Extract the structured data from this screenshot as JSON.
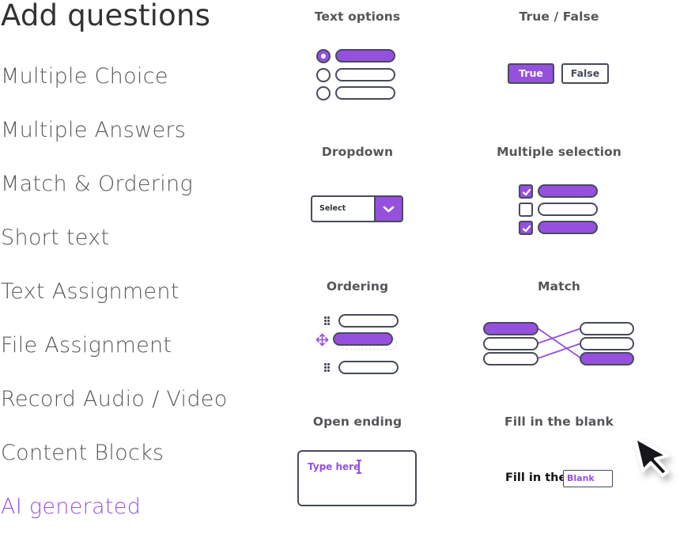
{
  "left_panel": {
    "title": "Add questions",
    "items": [
      {
        "label": "Multiple Choice"
      },
      {
        "label": "Multiple Answers"
      },
      {
        "label": "Match & Ordering"
      },
      {
        "label": "Short text"
      },
      {
        "label": "Text Assignment"
      },
      {
        "label": "File Assignment"
      },
      {
        "label": "Record Audio / Video"
      },
      {
        "label": "Content Blocks"
      },
      {
        "label": "AI generated",
        "accent": true
      }
    ]
  },
  "colors": {
    "accent": "#9650de",
    "outline": "#474b5a",
    "text": "#59595c"
  },
  "cards": {
    "text_options": {
      "title": "Text options",
      "selected_index": 0,
      "option_count": 3
    },
    "true_false": {
      "title": "True / False",
      "true_label": "True",
      "false_label": "False",
      "selected": "True"
    },
    "dropdown": {
      "title": "Dropdown",
      "value": "Select",
      "icon": "chevron-down-icon"
    },
    "multiple_selection": {
      "title": "Multiple selection",
      "checked": [
        true,
        false,
        true
      ]
    },
    "ordering": {
      "title": "Ordering",
      "dragging_index": 1,
      "icons": [
        "grip-icon",
        "move-icon"
      ]
    },
    "match": {
      "title": "Match",
      "left_filled": [
        true,
        false,
        false
      ],
      "right_filled": [
        false,
        false,
        true
      ]
    },
    "open_ending": {
      "title": "Open ending",
      "placeholder": "Type here"
    },
    "fill_blank": {
      "title": "Fill in the blank",
      "sentence": "Fill in the",
      "blank_value": "Blank"
    }
  },
  "cursor": {
    "icon": "mouse-pointer-icon"
  }
}
